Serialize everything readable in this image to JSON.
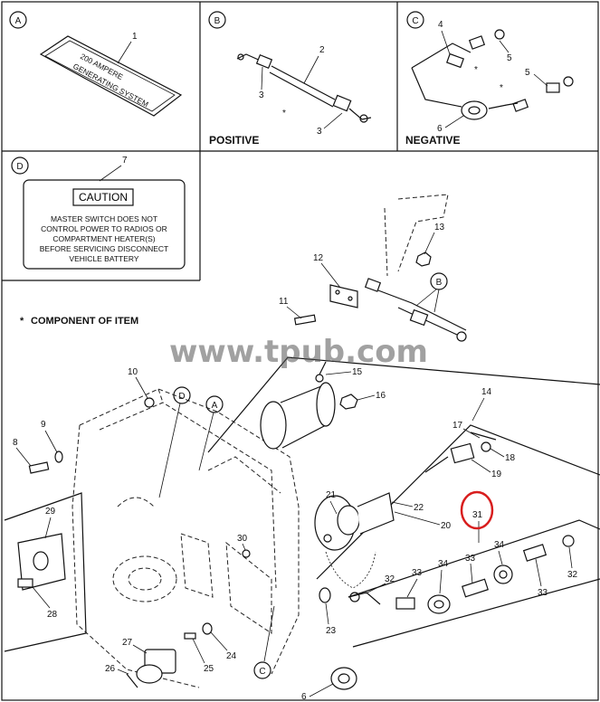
{
  "panels": {
    "a": {
      "letter": "A",
      "item": "1",
      "plate_line1": "200 AMPERE",
      "plate_line2": "GENERATING SYSTEM"
    },
    "b": {
      "letter": "B",
      "items": [
        "2",
        "3",
        "3"
      ],
      "label": "POSITIVE"
    },
    "c": {
      "letter": "C",
      "items": [
        "4",
        "5",
        "5",
        "6"
      ],
      "label": "NEGATIVE"
    },
    "d": {
      "letter": "D",
      "item": "7",
      "caution_title": "CAUTION",
      "caution_lines": [
        "MASTER SWITCH DOES NOT",
        "CONTROL POWER TO RADIOS OR",
        "COMPARTMENT HEATER(S)",
        "BEFORE SERVICING DISCONNECT",
        "VEHICLE BATTERY"
      ]
    }
  },
  "note": "COMPONENT OF ITEM",
  "watermark": "www.tpub.com",
  "callouts": [
    "8",
    "9",
    "10",
    "11",
    "12",
    "13",
    "14",
    "15",
    "16",
    "17",
    "18",
    "19",
    "20",
    "21",
    "22",
    "23",
    "24",
    "25",
    "26",
    "27",
    "28",
    "29",
    "30",
    "31",
    "32",
    "32",
    "33",
    "33",
    "33",
    "34",
    "34"
  ],
  "ref_letters": {
    "a": "A",
    "b": "B",
    "c": "C",
    "d": "D"
  },
  "extra_items": {
    "six": "6"
  },
  "highlight": {
    "label": "31",
    "color": "#d81e1e"
  }
}
